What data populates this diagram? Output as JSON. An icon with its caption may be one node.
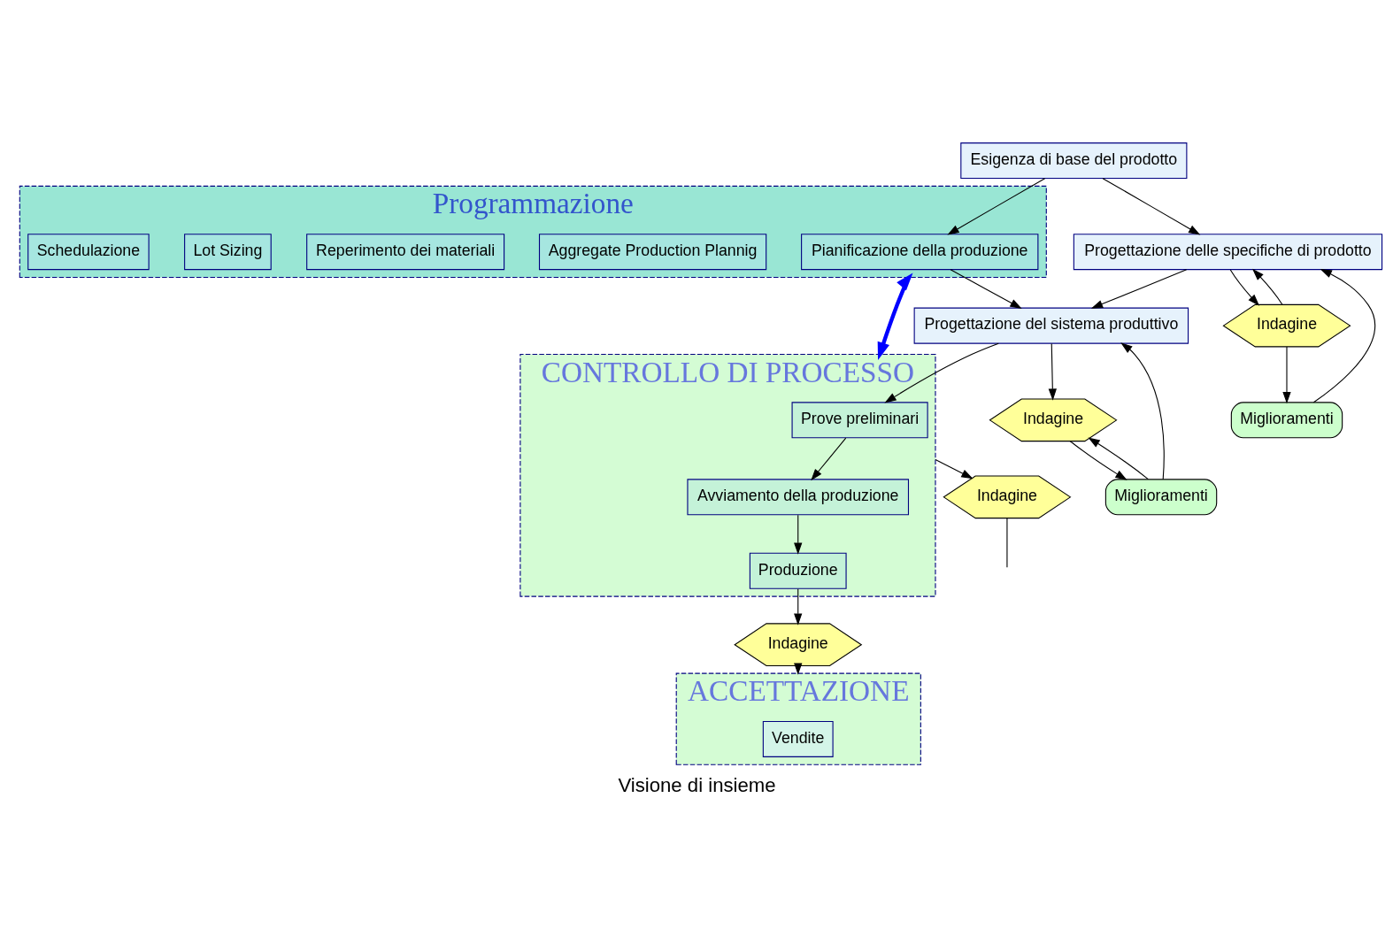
{
  "diagram": {
    "caption": "Visione di insieme",
    "nodes": [
      {
        "text": [
          "Esigenza di base del prodotto"
        ]
      },
      {
        "text": [
          "Programmazione"
        ]
      },
      {
        "text": [
          "Pianificazione della produzione"
        ],
        "in": 1
      },
      {
        "text": [
          "Aggregate Production Plannig"
        ],
        "in": 1
      },
      {
        "text": [
          "Reperimento dei materiali"
        ],
        "in": 1
      },
      {
        "text": [
          "Lot Sizing"
        ],
        "in": 1
      },
      {
        "text": [
          "Schedulazione"
        ],
        "in": 1
      },
      {
        "text": [
          "Progettazione delle specifiche di prodotto"
        ]
      },
      {
        "text": [
          "Indagine"
        ]
      },
      {
        "text": [
          "Miglioramenti"
        ]
      },
      {
        "text": [
          "Progettazione del sistema produttivo"
        ]
      },
      {
        "text": [
          "Indagine"
        ]
      },
      {
        "text": [
          "Miglioramenti"
        ]
      },
      {
        "text": [
          "CONTROLLO DI PROCESSO"
        ]
      },
      {
        "text": [
          "Prove preliminari"
        ],
        "in": 13
      },
      {
        "text": [
          "Avviamento della produzione"
        ],
        "in": 13
      },
      {
        "text": [
          "Produzione"
        ],
        "in": 13
      },
      {
        "text": [
          "Indagine"
        ]
      },
      {
        "text": [
          "Indagine"
        ]
      },
      {
        "text": [
          "ACCETTAZIONE"
        ]
      },
      {
        "text": [
          "Vendite"
        ],
        "in": 19
      }
    ],
    "edges": [
      {
        "from": 0,
        "to": 7,
        "arrow": "to"
      },
      {
        "from": 0,
        "to": 2,
        "arrow": "to"
      },
      {
        "from": 7,
        "to": 8,
        "arrow": "to"
      },
      {
        "from": 8,
        "to": 9,
        "arrow": "to"
      },
      {
        "from": 8,
        "to": 7,
        "arrow": "to"
      },
      {
        "from": 9,
        "to": 7,
        "arrow": "to"
      },
      {
        "from": 7,
        "to": 10,
        "arrow": "to"
      },
      {
        "from": 2,
        "to": 10,
        "arrow": "to"
      },
      {
        "from": 12,
        "to": 11,
        "arrow": "to"
      },
      {
        "from": 12,
        "to": 10,
        "arrow": "to"
      },
      {
        "from": 10,
        "to": 11,
        "arrow": "to"
      },
      {
        "from": 11,
        "to": 12,
        "arrow": "to"
      },
      {
        "from": 10,
        "to": 14,
        "arrow": "to"
      },
      {
        "from": 14,
        "to": 15,
        "arrow": "to"
      },
      {
        "from": 15,
        "to": 16,
        "arrow": "to"
      },
      {
        "from": 13,
        "to": 17,
        "arrow": "to"
      },
      {
        "from": 17,
        "to": null,
        "arrow": "none"
      },
      {
        "from": 16,
        "to": 18,
        "arrow": "to"
      },
      {
        "from": 18,
        "to": 19,
        "arrow": "to"
      },
      {
        "from": 1,
        "to": 13,
        "arrow": "both",
        "style": "thick",
        "color": "#0000ff"
      }
    ]
  }
}
